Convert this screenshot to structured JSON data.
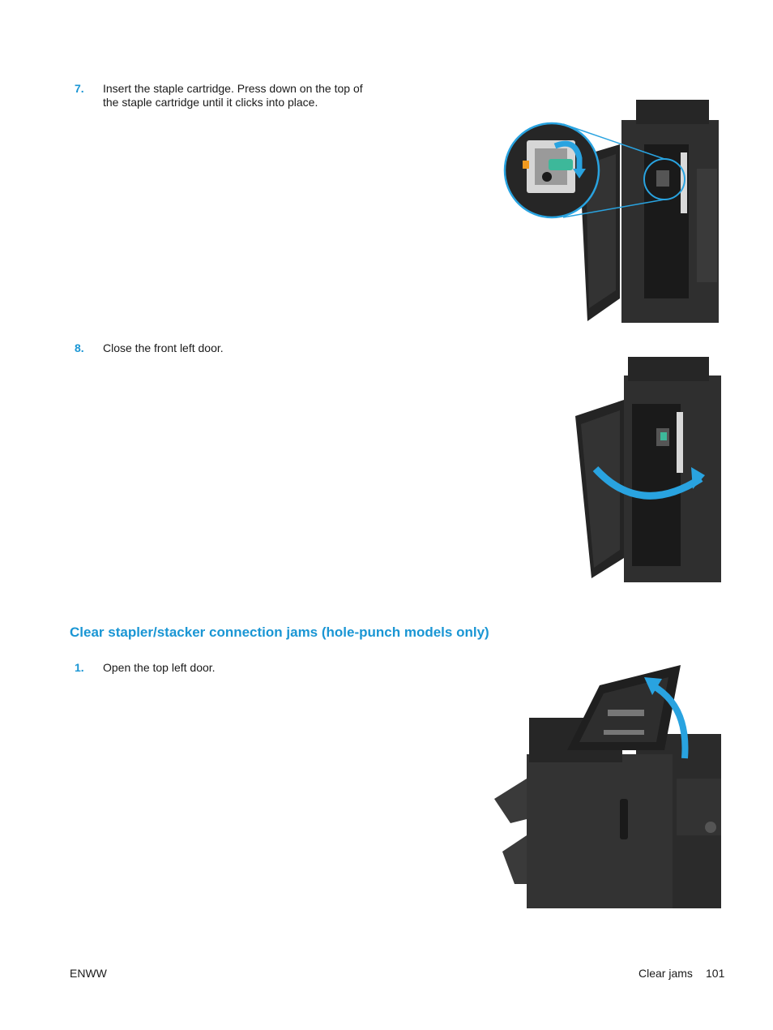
{
  "steps": [
    {
      "number": "7.",
      "text": "Insert the staple cartridge. Press down on the top of the staple cartridge until it clicks into place."
    },
    {
      "number": "8.",
      "text": "Close the front left door."
    }
  ],
  "section": {
    "heading": "Clear stapler/stacker connection jams (hole-punch models only)",
    "steps": [
      {
        "number": "1.",
        "text": "Open the top left door."
      }
    ]
  },
  "footer": {
    "left": "ENWW",
    "section": "Clear jams",
    "page": "101"
  },
  "colors": {
    "accent": "#1a96d4",
    "device": "#2b2b2b",
    "arrow": "#29a3e0",
    "cartridge": "#3db89a"
  }
}
